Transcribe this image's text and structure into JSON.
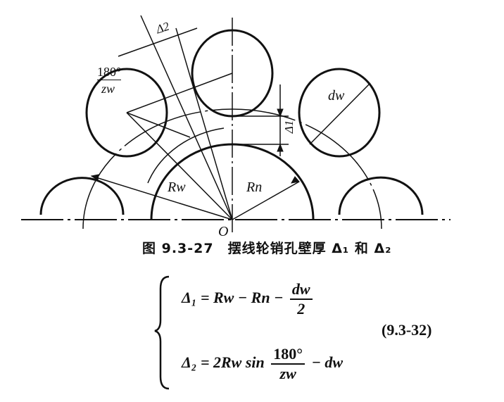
{
  "figure": {
    "labels": {
      "delta2": "Δ2",
      "delta1": "Δ1",
      "angle_num": "180°",
      "angle_den": "zw",
      "dw": "dw",
      "Rw": "Rw",
      "Rn": "Rn",
      "origin": "O"
    },
    "caption": "图 9.3-27　摆线轮销孔壁厚 Δ₁ 和 Δ₂"
  },
  "equations": {
    "eq1_lhs": "Δ₁ = Rw − Rn −",
    "eq1_num": "dw",
    "eq1_den": "2",
    "eq2_lhs": "Δ₂ = 2Rw sin",
    "eq2_num": "180°",
    "eq2_den": "zw",
    "eq2_rhs": "− dw",
    "number": "(9.3-32)"
  }
}
